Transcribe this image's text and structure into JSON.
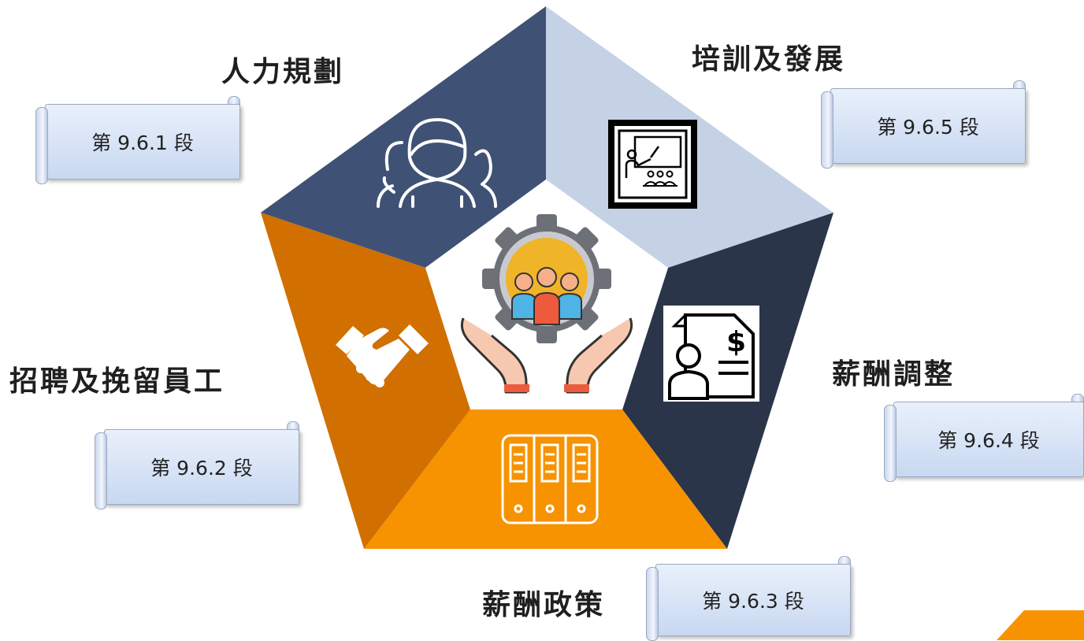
{
  "segments": {
    "hr_planning": {
      "title": "人力規劃",
      "ref": "第 9.6.1 段",
      "color": "#3f5275",
      "icon": "people-group-icon"
    },
    "recruitment": {
      "title": "招聘及挽留員工",
      "ref": "第 9.6.2 段",
      "color": "#d16f00",
      "icon": "handshake-icon"
    },
    "pay_policy": {
      "title": "薪酬政策",
      "ref": "第 9.6.3 段",
      "color": "#f79300",
      "icon": "file-cabinet-icon"
    },
    "pay_adjustment": {
      "title": "薪酬調整",
      "ref": "第 9.6.4 段",
      "color": "#2b3549",
      "icon": "salary-document-icon"
    },
    "training": {
      "title": "培訓及發展",
      "ref": "第 9.6.5 段",
      "color": "#c5d2e6",
      "icon": "classroom-presentation-icon"
    }
  },
  "center": {
    "icon": "team-management-gear-icon"
  },
  "accent": {
    "color": "#f79300"
  }
}
